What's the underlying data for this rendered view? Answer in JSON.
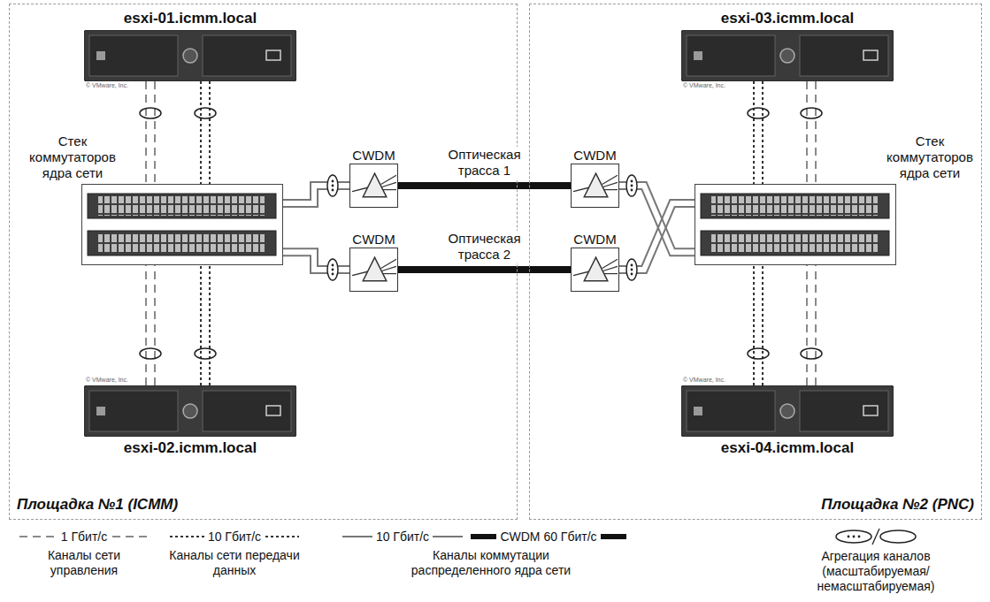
{
  "diagram": {
    "nodes": [
      {
        "text": [
          "Площадка №1 (ICMM)"
        ]
      },
      {
        "text": [
          "esxi-01.icmm.local"
        ],
        "in": 0
      },
      {
        "text": [
          "Стек коммутаторов ядра сети"
        ],
        "in": 0
      },
      {
        "text": [
          "CWDM"
        ],
        "in": 0
      },
      {
        "text": [
          "CWDM"
        ],
        "in": 0
      },
      {
        "text": [
          "esxi-02.icmm.local"
        ],
        "in": 0
      },
      {
        "text": [
          "Площадка №2 (PNC)"
        ]
      },
      {
        "text": [
          "esxi-03.icmm.local"
        ],
        "in": 6
      },
      {
        "text": [
          "Стек коммутаторов ядра сети"
        ],
        "in": 6
      },
      {
        "text": [
          "CWDM"
        ],
        "in": 6
      },
      {
        "text": [
          "CWDM"
        ],
        "in": 6
      },
      {
        "text": [
          "esxi-04.icmm.local"
        ],
        "in": 6
      }
    ],
    "edges": [
      {
        "from": 1,
        "to": 2,
        "arrow": "none"
      },
      {
        "from": 1,
        "to": 2,
        "arrow": "none"
      },
      {
        "from": 5,
        "to": 2,
        "arrow": "none"
      },
      {
        "from": 5,
        "to": 2,
        "arrow": "none"
      },
      {
        "from": 2,
        "to": 3,
        "arrow": "none"
      },
      {
        "from": 2,
        "to": 4,
        "arrow": "none"
      },
      {
        "from": 3,
        "to": 9,
        "label": "Оптическая трасса 1",
        "arrow": "none"
      },
      {
        "from": 4,
        "to": 10,
        "label": "Оптическая трасса 2",
        "arrow": "none"
      },
      {
        "from": 9,
        "to": 8,
        "arrow": "none"
      },
      {
        "from": 10,
        "to": 8,
        "arrow": "none"
      },
      {
        "from": 7,
        "to": 8,
        "arrow": "none"
      },
      {
        "from": 7,
        "to": 8,
        "arrow": "none"
      },
      {
        "from": 11,
        "to": 8,
        "arrow": "none"
      },
      {
        "from": 11,
        "to": 8,
        "arrow": "none"
      }
    ],
    "labels": [
      "© VMware, Inc.",
      "© VMware, Inc.",
      "© VMware, Inc.",
      "© VMware, Inc.",
      "Каналы сети управления",
      "Каналы сети передачи данных",
      "Каналы коммутации распределенного ядра сети"
    ],
    "legend": [
      {
        "text": "1 Гбит/с"
      },
      {
        "text": "10 Гбит/с"
      },
      {
        "text": "10 Гбит/с"
      },
      {
        "text": "CWDM 60 Гбит/с"
      },
      {
        "text": "Агрегация каналов (масштабируемая/ немасштабируемая)"
      }
    ]
  }
}
